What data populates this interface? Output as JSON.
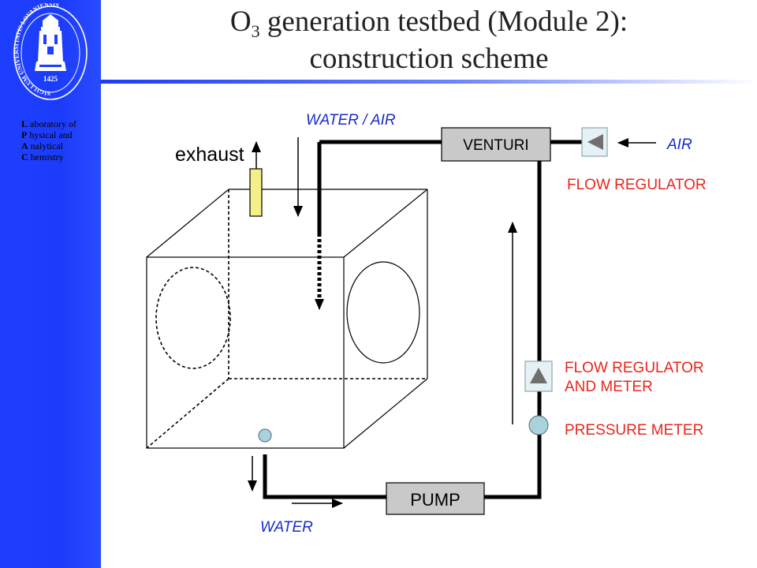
{
  "slide": {
    "title_prefix": "O",
    "title_subscript": "3",
    "title_rest": " generation testbed (Module 2):",
    "title_line2": "construction scheme"
  },
  "sidebar": {
    "lab_rows": [
      {
        "initial": "L",
        "rest": " aboratory of"
      },
      {
        "initial": "P",
        "rest": " hysical and"
      },
      {
        "initial": "A",
        "rest": " nalytical"
      },
      {
        "initial": "C",
        "rest": " hemistry"
      }
    ],
    "seal": {
      "year": "1425",
      "ring_text": "SIGILLUM UNIVERSITATIS LOVANIENSIS"
    }
  },
  "diagram": {
    "labels": {
      "water_air": "WATER / AIR",
      "exhaust": "exhaust",
      "venturi": "VENTURI",
      "air": "AIR",
      "flow_regulator": "FLOW REGULATOR",
      "flow_regulator_meter_1": "FLOW REGULATOR",
      "flow_regulator_meter_2": "AND METER",
      "pressure_meter": "PRESSURE METER",
      "pump": "PUMP",
      "water": "WATER"
    },
    "colors": {
      "accent_label": "#e8261c",
      "blue_label": "#1a2cc8",
      "component_fill": "#c9c9c9",
      "valve_fill": "#e6f1f6",
      "meter_fill": "#a9d3dc",
      "exhaust_fill": "#f5ef8a"
    }
  }
}
